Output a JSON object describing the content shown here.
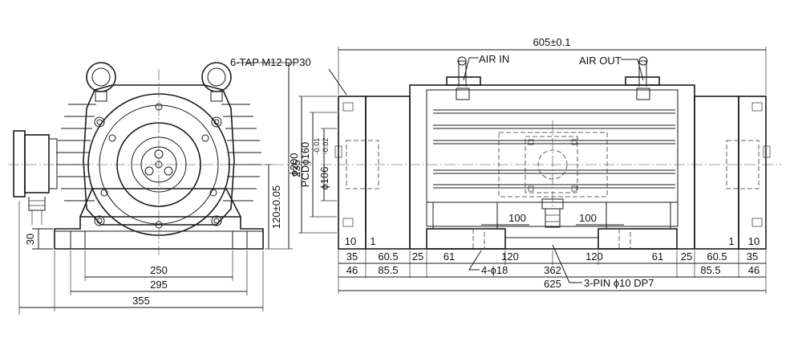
{
  "labels": {
    "tap": "6-TAP M12 DP30",
    "air_in": "AIR IN",
    "air_out": "AIR OUT",
    "holes": "4-ϕ18",
    "pin": "3-PIN ϕ10 DP7"
  },
  "front_view": {
    "dim_width_inner": "250",
    "dim_width_mid": "295",
    "dim_width_outer": "355",
    "dim_height_total": "235",
    "dim_center_height": "120±0.05",
    "dim_base": "30"
  },
  "side_view": {
    "dim_overall_top": "605±0.1",
    "dim_d200": "ϕ200",
    "dim_pcd": "PCDϕ160",
    "dim_d106": "ϕ106",
    "tol_upper": "-0.01",
    "tol_lower": "-0.02",
    "dim_100_left": "100",
    "dim_100_right": "100",
    "row1": [
      "10",
      "1",
      "1",
      "10"
    ],
    "row2": [
      "35",
      "60.5",
      "25",
      "61",
      "120",
      "120",
      "61",
      "25",
      "60.5",
      "35"
    ],
    "row3": [
      "46",
      "85.5",
      "362",
      "85.5",
      "46"
    ],
    "dim_overall_bottom": "625"
  }
}
